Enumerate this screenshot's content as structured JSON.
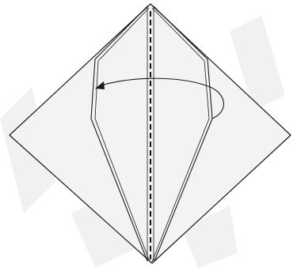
{
  "diagram": {
    "kind": "origami-fold-step",
    "colors": {
      "paper": "#f3f3f3",
      "line": "#1a1a1a",
      "watermark": "#f1f1f1",
      "background": "#ffffff"
    },
    "symbols": {
      "fold_line": "valley-fold-dashed-line",
      "action_arrow": "fold-over-arrow"
    }
  }
}
